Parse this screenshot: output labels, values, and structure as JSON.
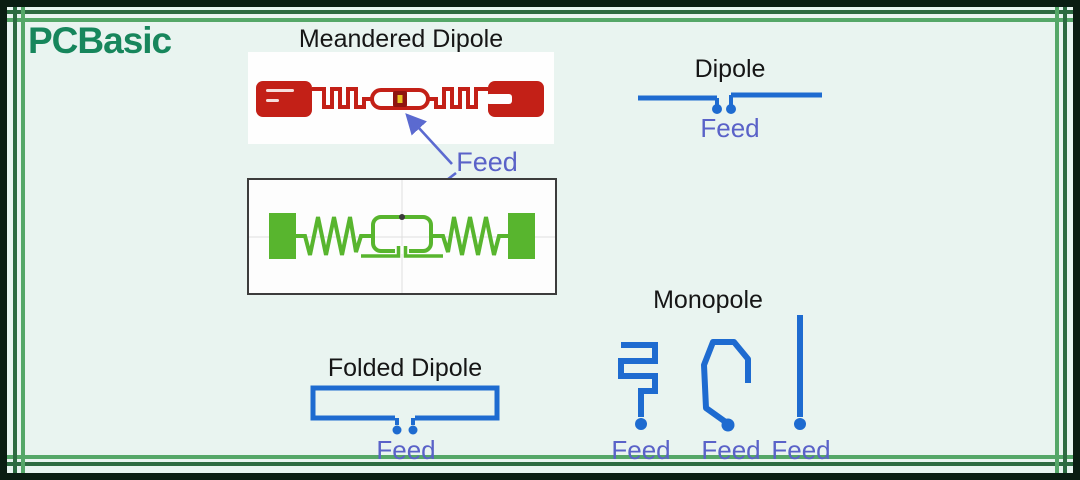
{
  "brand": {
    "name": "PCBasic"
  },
  "diagram": {
    "meandered_dipole": {
      "title": "Meandered Dipole",
      "feed": "Feed"
    },
    "dipole": {
      "title": "Dipole",
      "feed": "Feed"
    },
    "folded_dipole": {
      "title": "Folded Dipole",
      "feed": "Feed"
    },
    "monopole": {
      "title": "Monopole",
      "feeds": [
        "Feed",
        "Feed",
        "Feed"
      ]
    }
  },
  "colors": {
    "background": "#e9f4f0",
    "frame_dark_green": "#2d6b41",
    "frame_light_green": "#55a768",
    "brand_green": "#17865c",
    "diagram_blue": "#1e6bd0",
    "feed_text_purple": "#5a62c8",
    "rfid_tag_red": "#c32017",
    "antenna_green": "#58b52e",
    "title_black": "#161616"
  }
}
